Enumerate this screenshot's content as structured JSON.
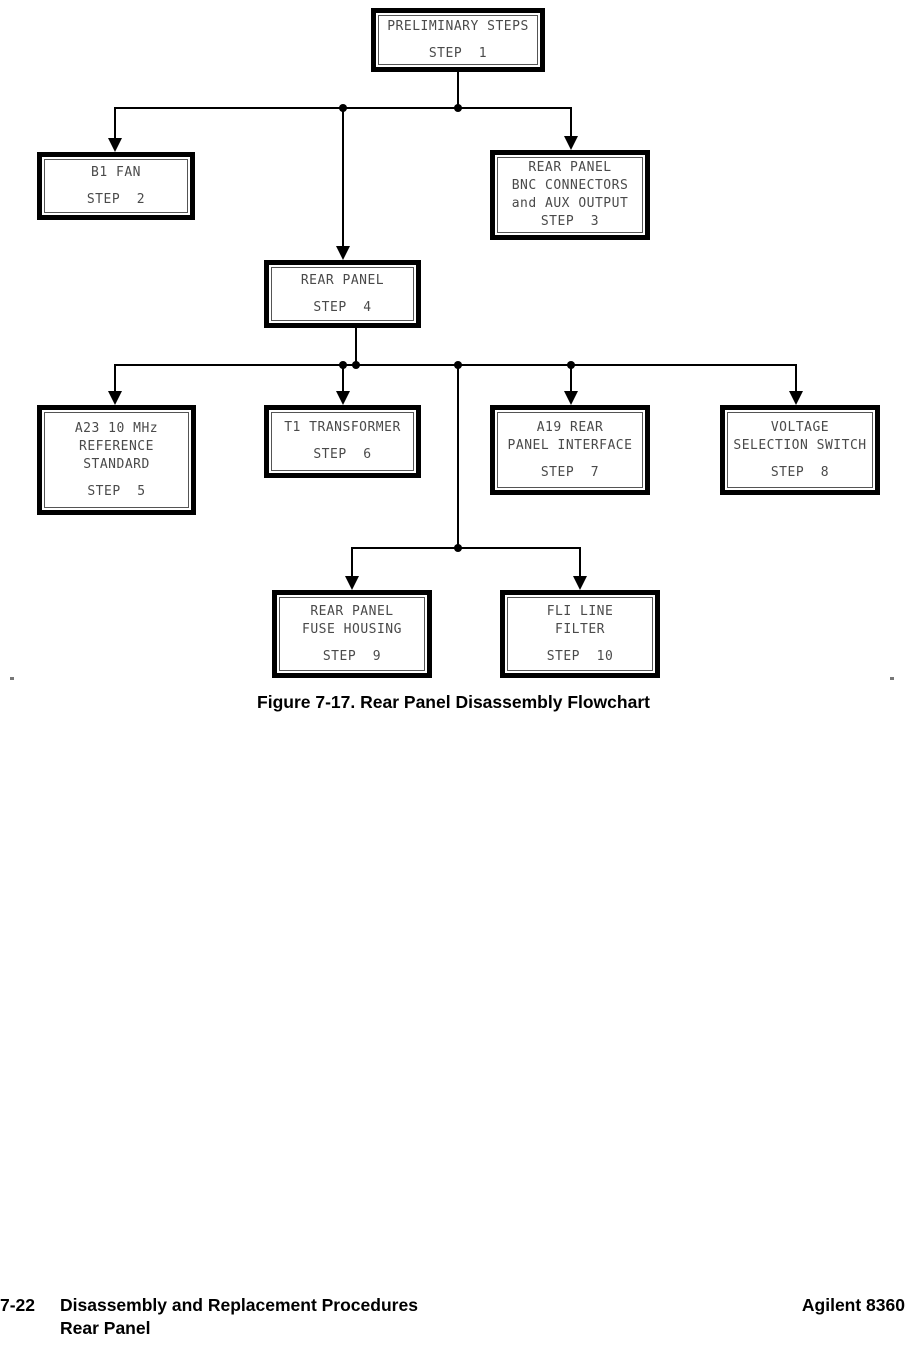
{
  "figure": {
    "caption": "Figure 7-17. Rear Panel Disassembly Flowchart"
  },
  "flowchart": {
    "boxes": [
      {
        "id": "step-1",
        "title": "PRELIMINARY  STEPS",
        "step": "STEP  1"
      },
      {
        "id": "step-2",
        "title": "B1  FAN",
        "step": "STEP  2"
      },
      {
        "id": "step-3",
        "title": "REAR  PANEL\nBNC  CONNECTORS\nand  AUX  OUTPUT",
        "step": "STEP  3"
      },
      {
        "id": "step-4",
        "title": "REAR  PANEL",
        "step": "STEP  4"
      },
      {
        "id": "step-5",
        "title": "A23  10  MHz\nREFERENCE\nSTANDARD",
        "step": "STEP  5"
      },
      {
        "id": "step-6",
        "title": "T1  TRANSFORMER",
        "step": "STEP  6"
      },
      {
        "id": "step-7",
        "title": "A19  REAR\nPANEL  INTERFACE",
        "step": "STEP  7"
      },
      {
        "id": "step-8",
        "title": "VOLTAGE\nSELECTION  SWITCH",
        "step": "STEP  8"
      },
      {
        "id": "step-9",
        "title": "REAR  PANEL\nFUSE  HOUSING",
        "step": "STEP  9"
      },
      {
        "id": "step-10",
        "title": "FLI  LINE\nFILTER",
        "step": "STEP  10"
      }
    ]
  },
  "footer": {
    "page_number": "7-22",
    "chapter": "Disassembly and Replacement Procedures",
    "section": "Rear Panel",
    "product": "Agilent 8360"
  },
  "colors": {
    "line": "#000000",
    "box_border": "#000000",
    "box_text": "#4a4a4a",
    "background": "#ffffff"
  }
}
